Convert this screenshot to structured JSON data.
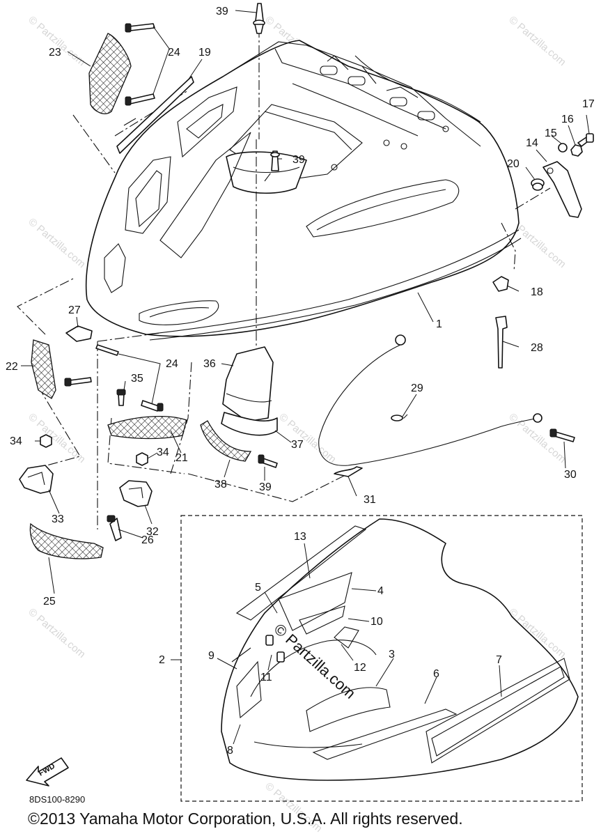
{
  "callouts": {
    "c1": "1",
    "c2": "2",
    "c3": "3",
    "c4": "4",
    "c5": "5",
    "c6": "6",
    "c7": "7",
    "c8": "8",
    "c9": "9",
    "c10": "10",
    "c11": "11",
    "c12": "12",
    "c13": "13",
    "c14": "14",
    "c15": "15",
    "c16": "16",
    "c17": "17",
    "c18": "18",
    "c19": "19",
    "c20": "20",
    "c21": "21",
    "c22": "22",
    "c23": "23",
    "c24a": "24",
    "c24b": "24",
    "c25": "25",
    "c26": "26",
    "c27": "27",
    "c28": "28",
    "c29": "29",
    "c30": "30",
    "c31": "31",
    "c32": "32",
    "c33": "33",
    "c34a": "34",
    "c34b": "34",
    "c35": "35",
    "c36": "36",
    "c37": "37",
    "c38": "38",
    "c39a": "39",
    "c39b": "39",
    "c39c": "39"
  },
  "watermark": {
    "small": "© Partzilla.com",
    "center": "© Partzilla.com"
  },
  "fwd_label": "FWD",
  "diagram_code": "8DS100-8290",
  "copyright": "©2013 Yamaha Motor Corporation, U.S.A. All rights reserved."
}
